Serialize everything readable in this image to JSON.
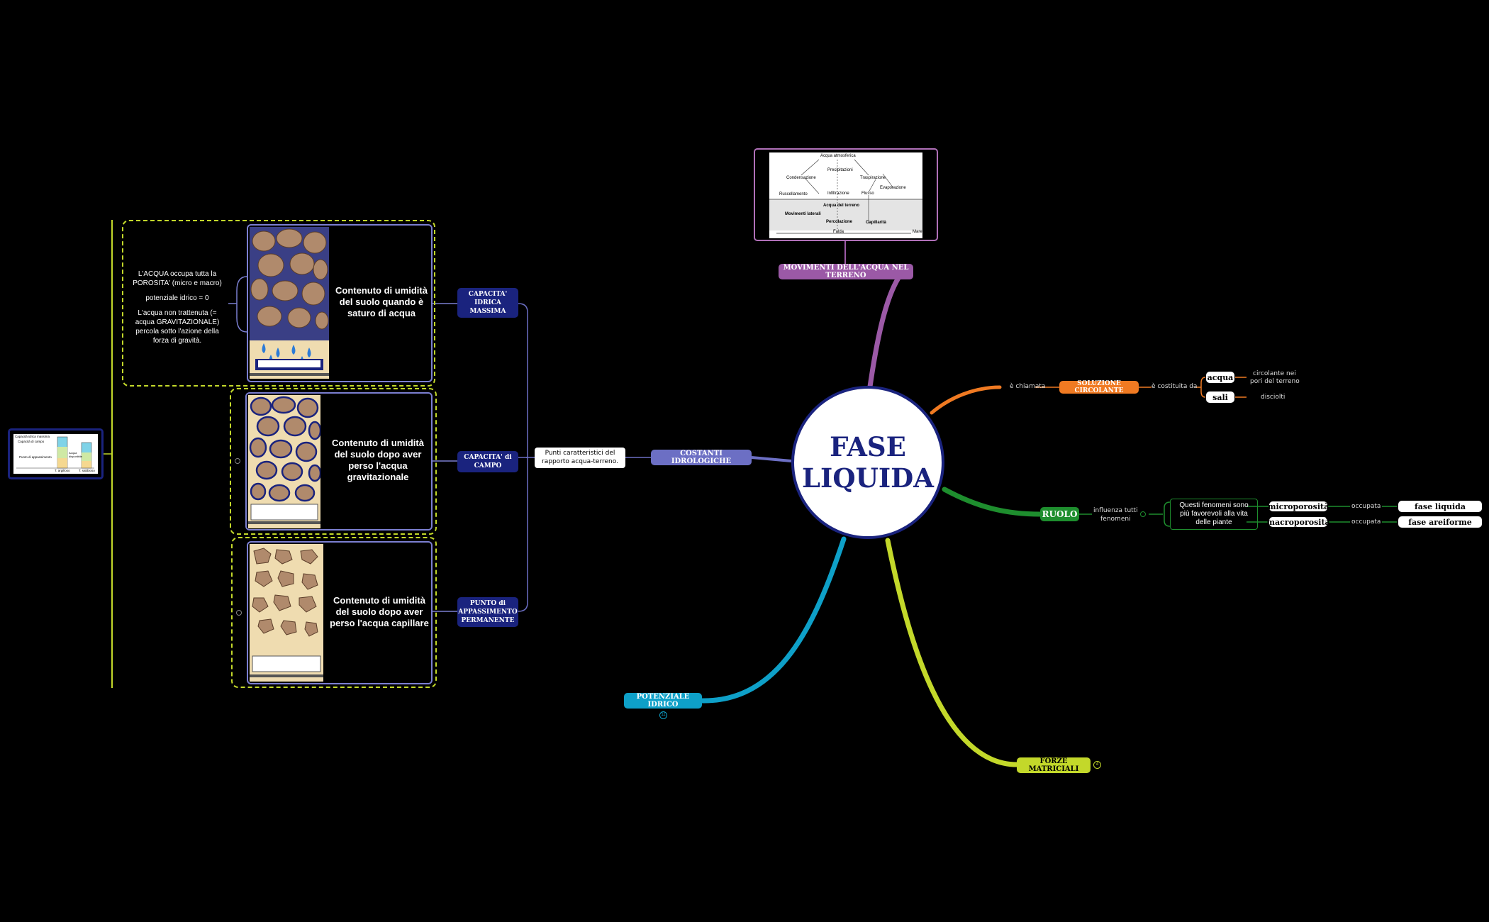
{
  "central": {
    "line1": "FASE",
    "line2": "LIQUIDA"
  },
  "branches": {
    "movimenti": "MOVIMENTI DELL'ACQUA NEL TERRENO",
    "costanti": "COSTANTI IDROLOGICHE",
    "potenziale": "POTENZIALE IDRICO",
    "forze": "FORZE MATRICIALI",
    "ruolo": "RUOLO",
    "soluzione": "SOLUZIONE CIRCOLANTE"
  },
  "soluzione_branch": {
    "e_chiamata": "è chiamata",
    "costituita_da": "è costituita da",
    "acqua": "acqua",
    "acqua_note_1": "circolante nei",
    "acqua_note_2": "pori del terreno",
    "sali": "sali",
    "sali_note": "disciolti"
  },
  "ruolo_branch": {
    "influenza_1": "influenza tutti",
    "influenza_2": "fenomeni",
    "fenomeni_1": "Questi fenomeni sono",
    "fenomeni_2": "più favorevoli alla vita",
    "fenomeni_3": "delle piante",
    "micro": "microporosità",
    "macro": "macroporosità",
    "occupata_1": "occupata",
    "occupata_2": "occupata",
    "fase_liquida": "fase liquida",
    "fase_aeriforme": "fase areiforme"
  },
  "costanti_branch": {
    "punti_1": "Punti caratteristici del",
    "punti_2": "rapporto acqua-terreno.",
    "capacita_idrica_1": "CAPACITA'",
    "capacita_idrica_2": "IDRICA",
    "capacita_idrica_3": "MASSIMA",
    "capacita_campo_1": "CAPACITA' di",
    "capacita_campo_2": "CAMPO",
    "punto_1": "PUNTO di",
    "punto_2": "APPASSIMENTO",
    "punto_3": "PERMANENTE"
  },
  "panels": {
    "p1_caption_1": "Contenuto di umidità",
    "p1_caption_2": "del suolo quando  è",
    "p1_caption_3": "saturo di acqua",
    "p2_caption_1": "Contenuto di umidità",
    "p2_caption_2": "del suolo dopo aver",
    "p2_caption_3": "perso  l'acqua",
    "p2_caption_4": "gravitazionale",
    "p3_caption_1": "Contenuto di umidità",
    "p3_caption_2": "del suolo dopo aver",
    "p3_caption_3": "perso l'acqua capillare"
  },
  "notes": {
    "n1": "L'ACQUA occupa tutta la",
    "n2": "POROSITA' (micro e macro)",
    "n3": "potenziale idrico = 0",
    "n4": "L'acqua non trattenuta (=",
    "n5": "acqua GRAVITAZIONALE)",
    "n6": "percola sotto l'azione della",
    "n7": "forza di gravità."
  },
  "water_cycle": {
    "acqua_atmosferica": "Acqua atmosferica",
    "precipitazioni": "Precipitazioni",
    "condensazione": "Condensazione",
    "traspirazione": "Traspirazione",
    "evaporazione": "Evaporazione",
    "ruscellamento": "Ruscellamento",
    "infiltrazione": "Infiltrazione",
    "flusso": "Flusso",
    "acqua_terreno": "Acqua del terreno",
    "movimenti_laterali": "Movimenti laterali",
    "percolazione": "Percolazione",
    "capillarita": "Capillarità",
    "falda": "Falda",
    "mare": "Mare"
  },
  "small_chart": {
    "capacita_idrica": "Capacità idrica massima",
    "capacita_campo": "Capacità di campo",
    "punto_appassimento": "Punto di appassimento",
    "acqua_disponibile": "Acqua disponibile",
    "t_argilloso": "T. argilloso",
    "t_sabbioso": "T. sabbioso"
  },
  "bubbles": {
    "potenziale": "11",
    "forze": "4"
  },
  "colors": {
    "movimenti": "#9b59a6",
    "costanti": "#6c6fc4",
    "potenziale": "#0ea0c8",
    "forze": "#c3d82a",
    "ruolo": "#1e8e2e",
    "soluzione": "#f07a22",
    "navy": "#1a237e"
  }
}
